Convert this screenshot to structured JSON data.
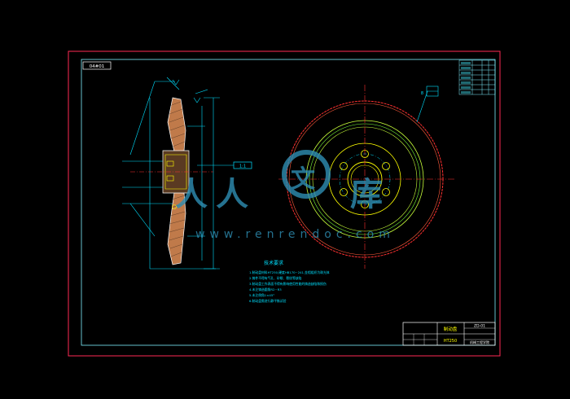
{
  "colors": {
    "background": "#000000",
    "border_outer": "#ff2a55",
    "border_inner": "#7ff0ff",
    "outline": "#ffffff",
    "part_fill": "#c07a4a",
    "dimension": "#00e0ff",
    "centerline": "#ff3030",
    "highlight": "#ffff00",
    "accent_green": "#7cff3a",
    "watermark": "#2f8fb4"
  },
  "drawing": {
    "code_box": "04#01",
    "view_label": "A-A",
    "detail_label": "1:1",
    "part_ref": "8",
    "notes_title": "技术要求",
    "notes": [
      "1.制动盘材料HT250,硬度HB170~241,金相组织为珠光体",
      "2.铸件不得有气孔、砂眼、裂纹等缺陷",
      "3.制动盘工作表面不得有影响使用性能的铸造缺陷和损伤",
      "4.未注铸造圆角R2~R3",
      "5.未注倒角1×45°",
      "6.制动盘需进行静平衡试验"
    ]
  },
  "title_block": {
    "part_name": "制动盘",
    "drawing_number": "ZD-01",
    "material": "HT250",
    "school": "机械工程学院"
  },
  "watermark": {
    "text": "www.renrendoc.com",
    "logo_chars": [
      "人",
      "人",
      "文",
      "库"
    ]
  }
}
